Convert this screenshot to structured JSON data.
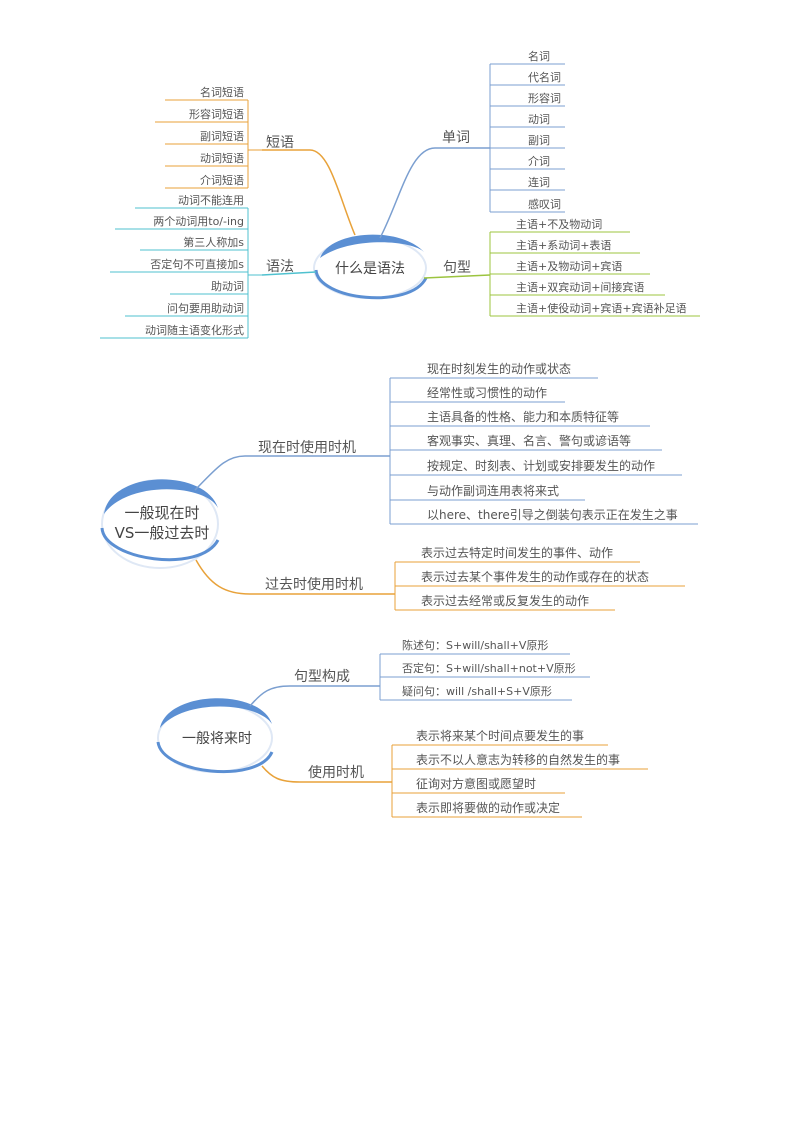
{
  "colors": {
    "blue": "#7b9fd0",
    "orange": "#e8a23a",
    "green": "#9cc43f",
    "cyan": "#4fc1cf",
    "ring": "#5b8fd3",
    "text": "#555555"
  },
  "map1": {
    "center": "什么是语法",
    "phrases": {
      "label": "短语",
      "items": [
        "名词短语",
        "形容词短语",
        "副词短语",
        "动词短语",
        "介词短语"
      ]
    },
    "grammar": {
      "label": "语法",
      "items": [
        "动词不能连用",
        "两个动词用to/-ing",
        "第三人称加s",
        "否定句不可直接加s",
        "助动词",
        "问句要用助动词",
        "动词随主语变化形式"
      ]
    },
    "words": {
      "label": "单词",
      "items": [
        "名词",
        "代名词",
        "形容词",
        "动词",
        "副词",
        "介词",
        "连词",
        "感叹词"
      ]
    },
    "patterns": {
      "label": "句型",
      "items": [
        "主语+不及物动词",
        "主语+系动词+表语",
        "主语+及物动词+宾语",
        "主语+双宾动词+间接宾语",
        "主语+使役动词+宾语+宾语补足语"
      ]
    }
  },
  "map2": {
    "center_line1": "一般现在时",
    "center_line2": "VS一般过去时",
    "present": {
      "label": "现在时使用时机",
      "items": [
        "现在时刻发生的动作或状态",
        "经常性或习惯性的动作",
        "主语具备的性格、能力和本质特征等",
        "客观事实、真理、名言、警句或谚语等",
        "按规定、时刻表、计划或安排要发生的动作",
        "与动作副词连用表将来式",
        "以here、there引导之倒装句表示正在发生之事"
      ]
    },
    "past": {
      "label": "过去时使用时机",
      "items": [
        "表示过去特定时间发生的事件、动作",
        "表示过去某个事件发生的动作或存在的状态",
        "表示过去经常或反复发生的动作"
      ]
    }
  },
  "map3": {
    "center": "一般将来时",
    "structure": {
      "label": "句型构成",
      "items": [
        "陈述句：S+will/shall+V原形",
        "否定句：S+will/shall+not+V原形",
        "疑问句：will /shall+S+V原形"
      ]
    },
    "usage": {
      "label": "使用时机",
      "items": [
        "表示将来某个时间点要发生的事",
        "表示不以人意志为转移的自然发生的事",
        "征询对方意图或愿望时",
        "表示即将要做的动作或决定"
      ]
    }
  }
}
